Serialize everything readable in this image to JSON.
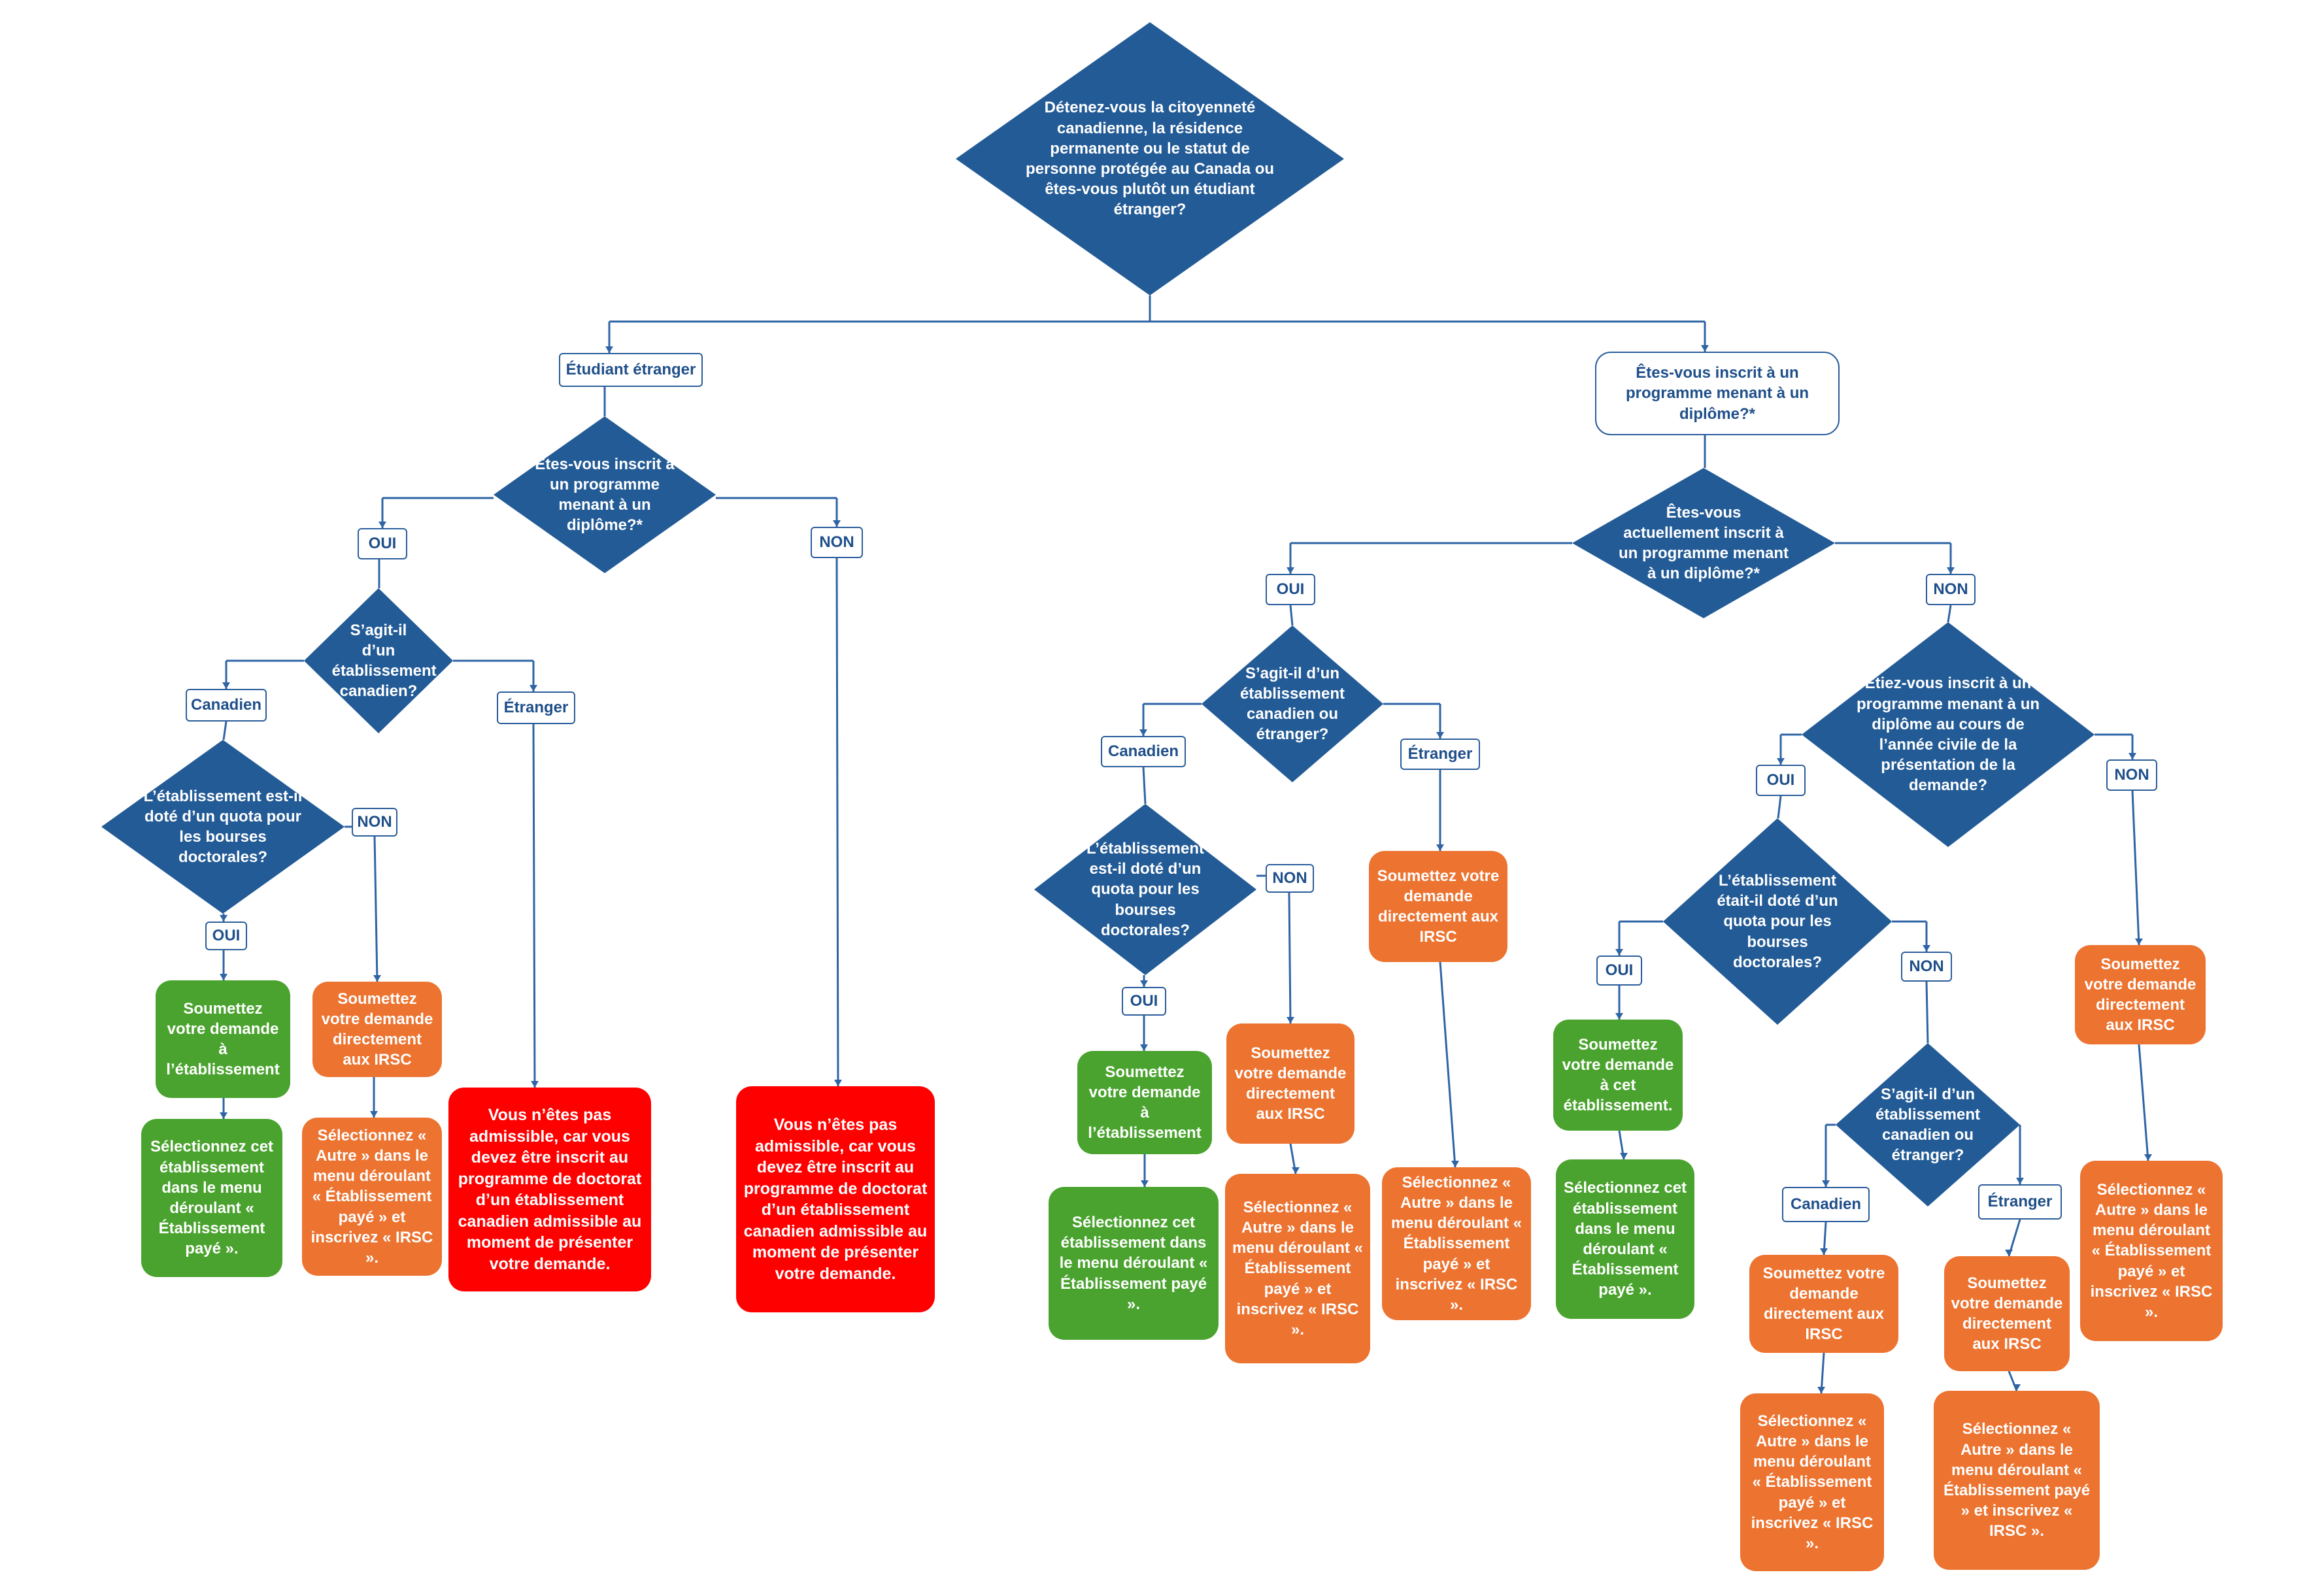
{
  "colors": {
    "decision": "#235b96",
    "connector": "#2f64a5",
    "eligible": "#4aa32e",
    "apply_cihr": "#ec7330",
    "ineligible": "#ff0000"
  },
  "nodes": {
    "q_status": "Détenez-vous la citoyenneté canadienne, la résidence permanente ou le statut de personne protégée au Canada ou êtes-vous plutôt un étudiant étranger?",
    "lbl_foreign_student": "Étudiant étranger",
    "lbl_enrolled_q": "Êtes-vous inscrit à un programme menant à un diplôme?*",
    "q_foreign_enrolled": "Êtes-vous inscrit à un programme menant à un diplôme?*",
    "lbl_f_oui": "OUI",
    "lbl_f_non": "NON",
    "q_f_inst": "S’agit-il d’un établissement canadien?",
    "lbl_f_canadien": "Canadien",
    "lbl_f_etranger": "Étranger",
    "q_f_quota": "L’établissement est-il doté d’un quota pour les bourses doctorales?",
    "lbl_f_quota_oui": "OUI",
    "lbl_f_quota_non": "NON",
    "b_f_submit_inst": "Soumettez votre demande à l’établissement",
    "b_f_select_inst": "Sélectionnez cet établissement dans le menu déroulant « Établissement payé ».",
    "b_f_submit_cihr": "Soumettez votre demande directement aux IRSC",
    "b_f_select_other": "Sélectionnez « Autre » dans le menu déroulant « Établissement payé » et inscrivez « IRSC ».",
    "b_f_ineligible_1": "Vous n’êtes pas admissible, car vous devez être inscrit au programme de doctorat d’un établissement canadien admissible au moment de présenter votre demande.",
    "b_f_ineligible_2": "Vous n’êtes pas admissible, car vous devez être inscrit au programme de doctorat d’un établissement canadien admissible au moment de présenter votre demande.",
    "q_c_current": "Êtes-vous actuellement inscrit à un programme menant à un diplôme?*",
    "lbl_c_oui": "OUI",
    "lbl_c_non": "NON",
    "q_c_inst": "S’agit-il d’un établissement canadien ou étranger?",
    "lbl_c_canadien": "Canadien",
    "lbl_c_etranger": "Étranger",
    "q_c_quota": "L’établissement est-il doté d’un quota pour les bourses doctorales?",
    "lbl_c_quota_oui": "OUI",
    "lbl_c_quota_non": "NON",
    "b_c_submit_inst": "Soumettez votre demande à l’établissement",
    "b_c_select_inst": "Sélectionnez cet établissement dans le menu déroulant « Établissement payé ».",
    "b_c_submit_cihr_1": "Soumettez votre demande directement aux IRSC",
    "b_c_select_other_1": "Sélectionnez « Autre » dans le menu déroulant « Établissement payé » et inscrivez « IRSC ».",
    "b_c_submit_cihr_2": "Soumettez votre demande directement aux IRSC",
    "b_c_select_other_2": "Sélectionnez « Autre » dans le menu déroulant « Établissement payé » et inscrivez « IRSC ».",
    "q_c_prev_year": "Étiez-vous inscrit à un programme menant à un diplôme au cours de l’année civile de la présentation de la demande?",
    "lbl_p_oui": "OUI",
    "lbl_p_non": "NON",
    "q_p_quota": "L’établissement était-il doté d’un quota pour les bourses doctorales?",
    "lbl_p_quota_oui": "OUI",
    "lbl_p_quota_non": "NON",
    "b_p_submit_inst": "Soumettez votre demande à cet établissement.",
    "b_p_select_inst": "Sélectionnez cet établissement dans le menu déroulant « Établissement payé ».",
    "q_p_inst": "S’agit-il d’un établissement canadien ou étranger?",
    "lbl_p_canadien": "Canadien",
    "lbl_p_etranger": "Étranger",
    "b_p_submit_cihr_1": "Soumettez votre demande directement aux IRSC",
    "b_p_select_other_1": "Sélectionnez « Autre » dans le menu déroulant « Établissement payé » et inscrivez « IRSC ».",
    "b_p_submit_cihr_2": "Soumettez votre demande directement aux IRSC",
    "b_p_select_other_2": "Sélectionnez « Autre » dans le menu déroulant « Établissement payé » et inscrivez « IRSC ».",
    "b_p_submit_cihr_3": "Soumettez votre demande directement aux IRSC",
    "b_p_select_other_3": "Sélectionnez « Autre » dans le menu déroulant « Établissement payé » et inscrivez « IRSC »."
  }
}
